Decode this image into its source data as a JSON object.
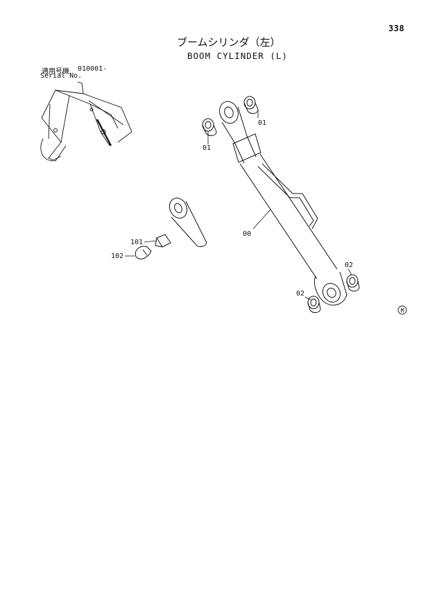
{
  "header": {
    "page_number": "338",
    "title_jp": "ブームシリンダ（左）",
    "title_en": "BOOM CYLINDER (L)"
  },
  "serial": {
    "label_jp": "適用号機",
    "value": "010001-",
    "label_en": "Serial No."
  },
  "callouts": {
    "part_00": "00",
    "part_01_upper": "01",
    "part_01_left": "01",
    "part_02_right": "02",
    "part_02_left": "02",
    "part_101": "101",
    "part_102": "102"
  },
  "marks": {
    "corner_mark": "M"
  }
}
